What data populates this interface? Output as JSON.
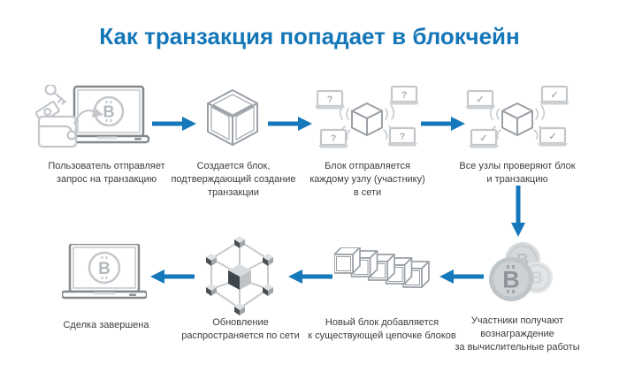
{
  "title": "Как транзакция попадает в блокчейн",
  "colors": {
    "title_blue": "#1577b8",
    "accent_blue": "#1478bb",
    "label_text": "#3d3d3d",
    "icon_mid": "#9aa0a6",
    "icon_light": "#c3c7cb",
    "laptop_gray": "#82888d",
    "glyph_gray": "#a9aeb3",
    "dark_cube": "#41484d",
    "coin_gray": "#c7cbce"
  },
  "steps": [
    {
      "id": "user-request",
      "icon": "wallet-laptop-bitcoin-icon",
      "lines": [
        "Пользователь отправляет",
        "запрос на транзакцию"
      ]
    },
    {
      "id": "block-created",
      "icon": "cube-icon",
      "lines": [
        "Создается блок,",
        "подтверждающий создание",
        "транзакции"
      ]
    },
    {
      "id": "block-broadcast",
      "icon": "cube-broadcast-question-icon",
      "screen_glyph": "?",
      "lines": [
        "Блок отправляется",
        "каждому узлу (участнику)",
        "в сети"
      ]
    },
    {
      "id": "nodes-verify",
      "icon": "cube-broadcast-check-icon",
      "screen_glyph": "✓",
      "lines": [
        "Все узлы проверяют блок",
        "и транзакцию"
      ]
    },
    {
      "id": "miners-reward",
      "icon": "bitcoin-coins-icon",
      "lines": [
        "Участники получают",
        "вознаграждение",
        "за вычислительные работы"
      ]
    },
    {
      "id": "block-added",
      "icon": "blockchain-row-icon",
      "lines": [
        "Новый блок добавляется",
        "к существующей цепочке блоков"
      ]
    },
    {
      "id": "update-propagates",
      "icon": "network-cube-icon",
      "lines": [
        "Обновление",
        "распространяется по сети"
      ]
    },
    {
      "id": "deal-complete",
      "icon": "laptop-bitcoin-icon",
      "lines": [
        "Сделка завершена"
      ]
    }
  ]
}
